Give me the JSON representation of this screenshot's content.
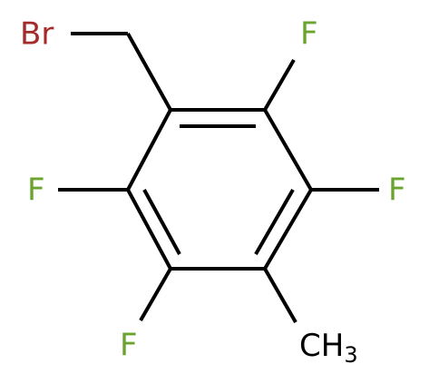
{
  "molecule": {
    "atoms": {
      "br": {
        "text": "Br",
        "color": "#a52a2a"
      },
      "f_top": {
        "text": "F",
        "color": "#6aa42e"
      },
      "f_left": {
        "text": "F",
        "color": "#6aa42e"
      },
      "f_right": {
        "text": "F",
        "color": "#6aa42e"
      },
      "f_bottom": {
        "text": "F",
        "color": "#6aa42e"
      },
      "methyl": {
        "text": "CH",
        "subscript": "3",
        "color": "#000000"
      }
    },
    "bond_color": "#000000"
  }
}
